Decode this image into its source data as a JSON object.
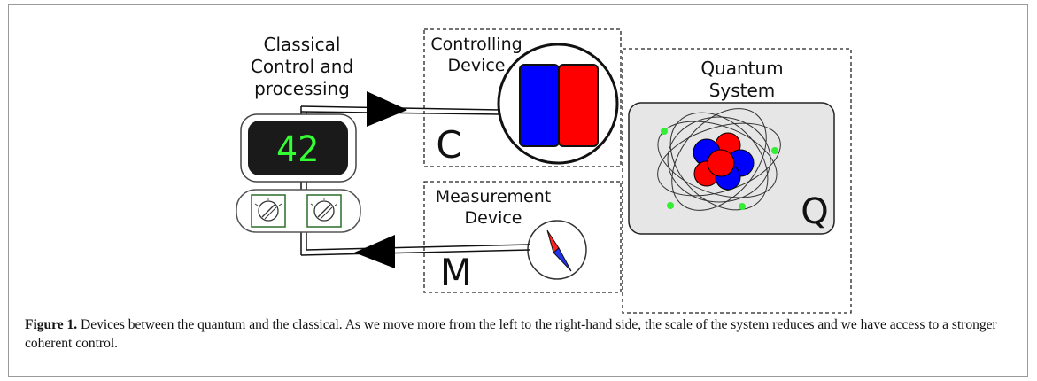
{
  "diagram": {
    "classical": {
      "label_lines": [
        "Classical",
        "Control and",
        "processing"
      ],
      "display_value": "42",
      "display_color": "#33ff33"
    },
    "controlling": {
      "label_lines": [
        "Controlling",
        "Device"
      ],
      "channel_letter": "C",
      "magnet_colors": [
        "#0000ff",
        "#ff0000"
      ]
    },
    "measurement": {
      "label_lines": [
        "Measurement",
        "Device"
      ],
      "channel_letter": "M",
      "compass_colors": [
        "#ff2222",
        "#2233ee"
      ]
    },
    "quantum": {
      "label_lines": [
        "Quantum",
        "System"
      ],
      "letter": "Q",
      "electron_color": "#33ee33",
      "nucleus_colors": [
        "#0000ff",
        "#ff0000"
      ]
    }
  },
  "caption": {
    "figure_label": "Figure 1.",
    "text": " Devices between the quantum and the classical. As we move more from the left to the right-hand side, the scale of the system reduces and we have access to a stronger coherent control."
  }
}
